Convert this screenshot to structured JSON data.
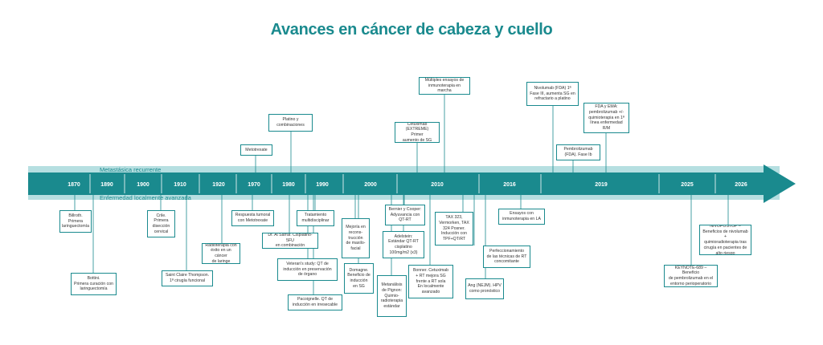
{
  "title": "Avances en cáncer de cabeza y cuello",
  "bands": {
    "upper": "Metastásica recurrente",
    "lower": "Enfermedad localmente avanzada"
  },
  "years": [
    "1870",
    "1890",
    "1900",
    "1910",
    "1920",
    "1970",
    "1980",
    "1990",
    "2000",
    "2010",
    "2016",
    "2019",
    "2025",
    "2026"
  ],
  "events_above": [
    "Metotrexate",
    "Platino y\ncombinaciones",
    "Cetuximab (EXTREME)\nPrimer\naumento de SG",
    "Múltiples ensayos de\ninmunoterapia en marcha",
    "Pembrolizumab\n(FDA). Fase Ib",
    "Nivolumab (FDA) 1ª\nFase III, aumenta SG en\nrefractario a platino",
    "FDA y EMA:\npembrolizumab +/-\nquimioterapia en 1ª\nlínea enfermedad R/M"
  ],
  "events_below": [
    "Billroth.\nPrimera\nlaringuectomía",
    "Bottini.\nPrimera curación con\nlaringuectomía",
    "Crile.\nPrimera\ndisección\ncervical",
    "Saint Claire Thompson.\n1ª cirugía funcional",
    "Radioterapia con\néxito en un cáncer\nde laringe",
    "Respuesta tumoral\ncon Metotrexate",
    "Dr. Al Sarraf. Cisplatino-5FU\nen combinación",
    "Tratamiento\nmultidisciplinar",
    "Veteran's study: QT de\ninducción en preservación\nde órgano",
    "Pacoignelle. QT de\ninducción en irresecable",
    "Mejoría en\nrecons-\ntrucción\nde maxilo-\nfacial",
    "Domagne.\nBeneficio de\ninducción\nen SG",
    "Metanálisis\nde Pignon:\nQuimio-\nradioterapia\nestándar",
    "Bernier y Cooper:\nAdyuvancia con\nQT-RT",
    "Adelstein:\nEstándar QT-RT\ncisplatino\n100mg/m2 (x3)",
    "Bonner. Cetuximab\n+ RT mejora SG\nfrente a RT sola\nEn localmente\navanzado",
    "TAX 323,\nVermorken, TAX\n324 Posner.\nInducción con\nTPF+QT/RT",
    "Ang (NEJM). HPV\ncomo pronóstico",
    "Perfeccionamiento\nde las técnicas de RT\nconcomitante",
    "Ensayos con\ninmunoterapia en LA",
    "KEYNOTE-689 – Beneficio\nde pembrolizumab en el\nentorno perioperatorio",
    "NIVOPOSTOP –\nBeneficios de nivolumab +\nquimioradioterapia tras\ncirugía en pacientes de\nalto riesgo"
  ],
  "colors": {
    "teal": "#1a8a8e",
    "teal_band": "#b6dfe1"
  }
}
